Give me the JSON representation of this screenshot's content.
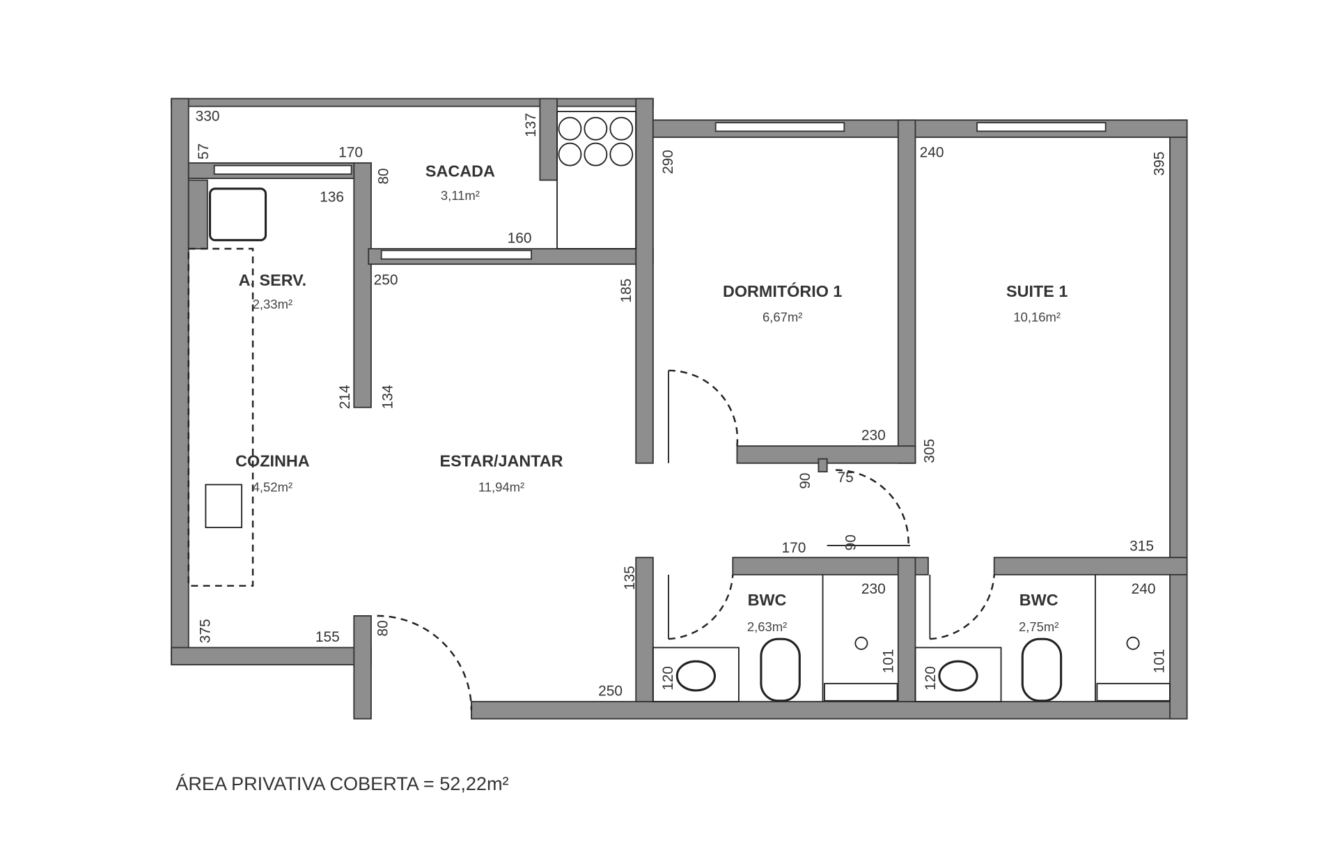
{
  "rooms": {
    "sacada": {
      "name": "SACADA",
      "area": "3,11m²"
    },
    "servico": {
      "name": "A. SERV.",
      "area": "2,33m²"
    },
    "cozinha": {
      "name": "COZINHA",
      "area": "4,52m²"
    },
    "estar": {
      "name": "ESTAR/JANTAR",
      "area": "11,94m²"
    },
    "dormitorio": {
      "name": "DORMITÓRIO 1",
      "area": "6,67m²"
    },
    "suite": {
      "name": "SUITE 1",
      "area": "10,16m²"
    },
    "bwc1": {
      "name": "BWC",
      "area": "2,63m²"
    },
    "bwc2": {
      "name": "BWC",
      "area": "2,75m²"
    }
  },
  "dims": {
    "d330": "330",
    "d57": "57",
    "d170a": "170",
    "d80a": "80",
    "d137": "137",
    "d136": "136",
    "d160": "160",
    "d250a": "250",
    "d185": "185",
    "d290": "290",
    "d240a": "240",
    "d395": "395",
    "d214": "214",
    "d134": "134",
    "d230a": "230",
    "d305": "305",
    "d90a": "90",
    "d75": "75",
    "d170b": "170",
    "d90b": "90",
    "d315": "315",
    "d135": "135",
    "d230b": "230",
    "d240b": "240",
    "d375": "375",
    "d155": "155",
    "d80b": "80",
    "d250b": "250",
    "d120a": "120",
    "d120b": "120",
    "d101a": "101",
    "d101b": "101"
  },
  "total": "ÁREA PRIVATIVA COBERTA = 52,22m²"
}
